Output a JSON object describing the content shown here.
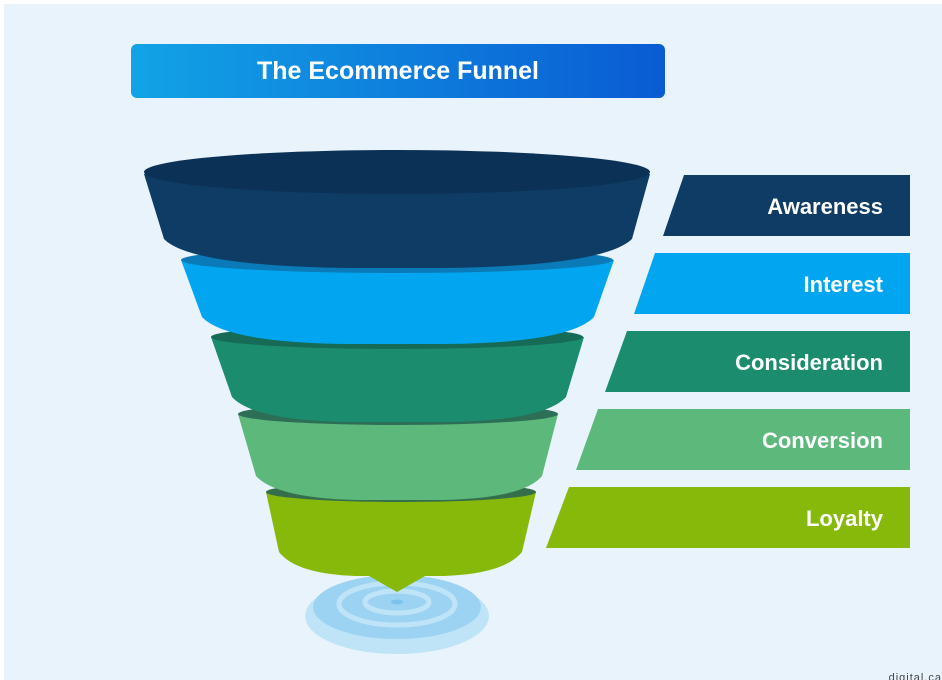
{
  "title": "The Ecommerce Funnel",
  "colors": {
    "background": "#e8f3fb",
    "title_gradient_start": "#12a3e6",
    "title_gradient_end": "#0a5bd3",
    "target_light": "#bfe3f7",
    "target_mid": "#9dd3f2",
    "target_dark": "#7cc2ec"
  },
  "stages": [
    {
      "label": "Awareness",
      "color": "#0e3c65",
      "rim": "#0b3256"
    },
    {
      "label": "Interest",
      "color": "#02a6f0",
      "rim": "#0a7bb8"
    },
    {
      "label": "Consideration",
      "color": "#1b8c6e",
      "rim": "#166b56"
    },
    {
      "label": "Conversion",
      "color": "#5cb87b",
      "rim": "#2c6e56"
    },
    {
      "label": "Loyalty",
      "color": "#86b909",
      "rim": "#356e4a"
    }
  ],
  "corner_text": "digital.ca"
}
